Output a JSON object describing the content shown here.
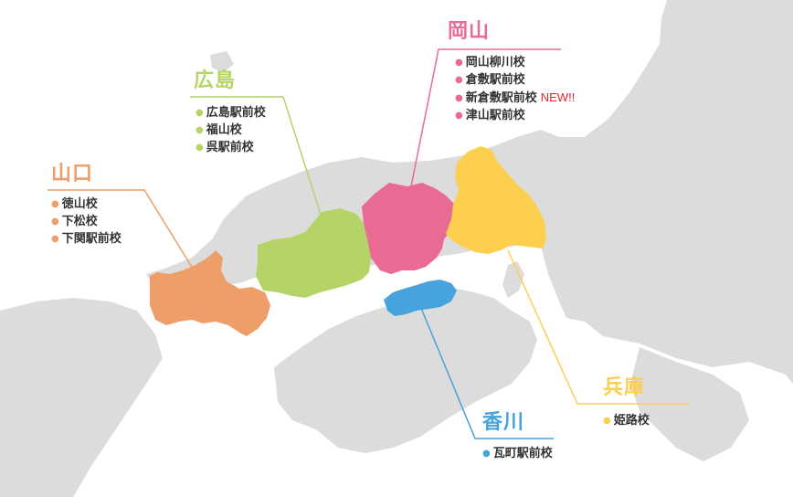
{
  "colors": {
    "sea": "#ffffff",
    "land": "#dcdcdc",
    "yamaguchi": "#ee9e68",
    "hiroshima": "#b4d467",
    "okayama": "#e96b93",
    "hyogo": "#fdcf4f",
    "kagawa": "#46a3dc"
  },
  "regions": {
    "okayama": {
      "name": "岡山",
      "schools": [
        {
          "label": "岡山柳川校",
          "badge": ""
        },
        {
          "label": "倉敷駅前校",
          "badge": ""
        },
        {
          "label": "新倉敷駅前校",
          "badge": "NEW!!"
        },
        {
          "label": "津山駅前校",
          "badge": ""
        }
      ]
    },
    "hiroshima": {
      "name": "広島",
      "schools": [
        {
          "label": "広島駅前校",
          "badge": ""
        },
        {
          "label": "福山校",
          "badge": ""
        },
        {
          "label": "呉駅前校",
          "badge": ""
        }
      ]
    },
    "yamaguchi": {
      "name": "山口",
      "schools": [
        {
          "label": "徳山校",
          "badge": ""
        },
        {
          "label": "下松校",
          "badge": ""
        },
        {
          "label": "下関駅前校",
          "badge": ""
        }
      ]
    },
    "hyogo": {
      "name": "兵庫",
      "schools": [
        {
          "label": "姫路校",
          "badge": ""
        }
      ]
    },
    "kagawa": {
      "name": "香川",
      "schools": [
        {
          "label": "瓦町駅前校",
          "badge": ""
        }
      ]
    }
  }
}
